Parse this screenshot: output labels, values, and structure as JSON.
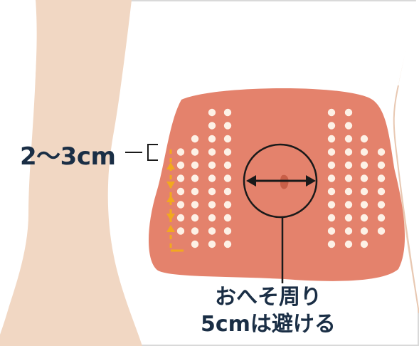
{
  "annotations": {
    "dot_spacing_label": "2〜3cm",
    "navel_caption_line1": "おへそ周り",
    "navel_caption_line2": "5cmは避ける"
  },
  "colors": {
    "background": "#ffffff",
    "skin": "#f1d7c3",
    "injection_zone": "#e4826c",
    "dot": "#fdf1e6",
    "text": "#1a2e45",
    "guide_arrow": "#f2a91e"
  },
  "icons": [
    "navel-exclusion-circle",
    "double-headed-arrow",
    "dot-grid",
    "bracket"
  ]
}
